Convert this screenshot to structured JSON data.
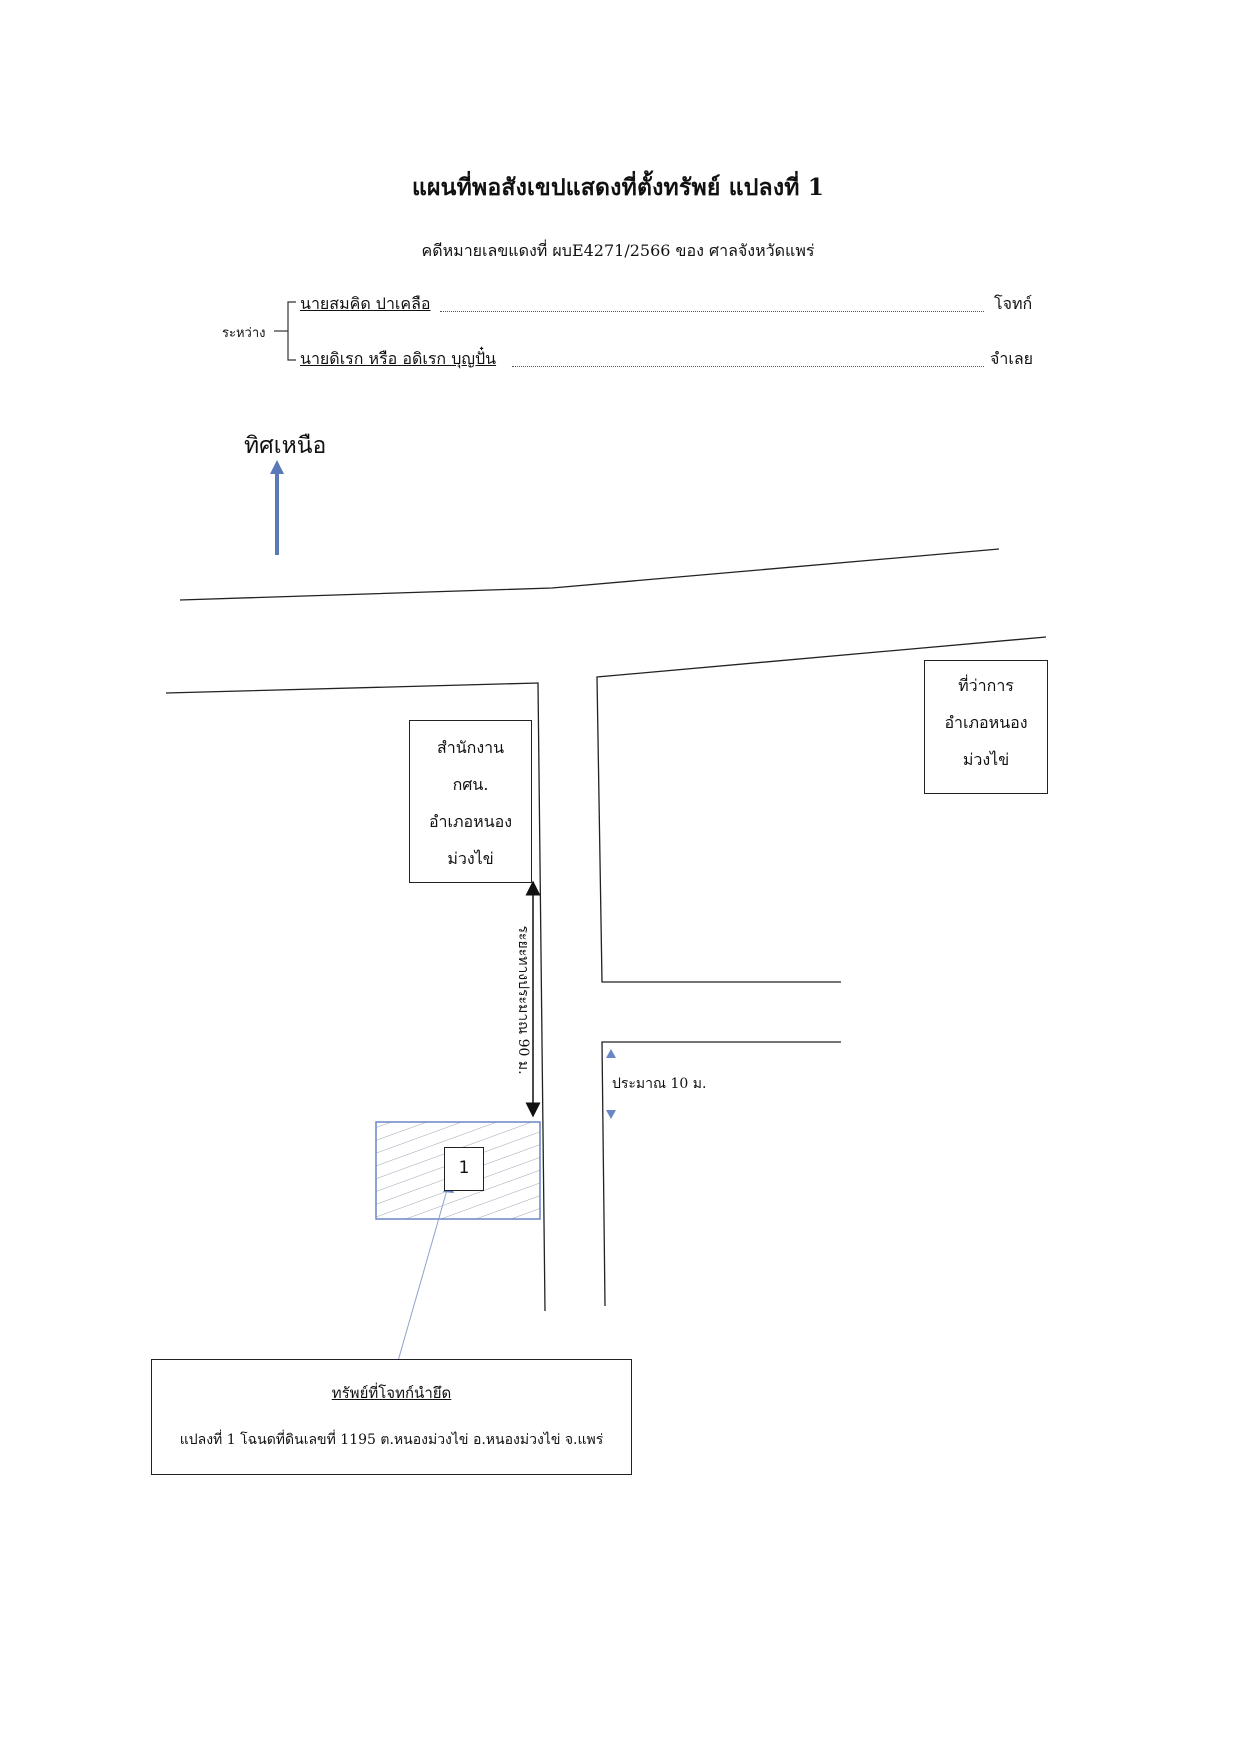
{
  "header": {
    "title": "แผนที่พอสังเขปแสดงที่ตั้งทรัพย์ แปลงที่ 1",
    "case_line": "คดีหมายเลขแดงที่ ผบE4271/2566  ของ ศาลจังหวัดแพร่"
  },
  "parties": {
    "between_label": "ระหว่าง",
    "plaintiff_name": "นายสมคิด  ปาเคลือ",
    "plaintiff_role": "โจทก์",
    "defendant_name": "นายดิเรก หรือ อดิเรก  บุญปั๋น",
    "defendant_role": "จำเลย"
  },
  "map": {
    "north_label": "ทิศเหนือ",
    "north_arrow_color": "#5a79b8",
    "accent_color": "#6b86c6",
    "office_nfe": [
      "สำนักงาน",
      "กศน.",
      "อำเภอหนอง",
      "ม่วงไข่"
    ],
    "district_office": [
      "ที่ว่าการ",
      "อำเภอหนอง",
      "ม่วงไข่"
    ],
    "distance_label": "ระยะทางประมาณ 90 ม.",
    "road_width_label": "ประมาณ 10 ม.",
    "plot_number": "1"
  },
  "caption": {
    "title": "ทรัพย์ที่โจทก์นำยึด",
    "description": "แปลงที่ 1 โฉนดที่ดินเลขที่  1195  ต.หนองม่วงไข่  อ.หนองม่วงไข่  จ.แพร่"
  }
}
